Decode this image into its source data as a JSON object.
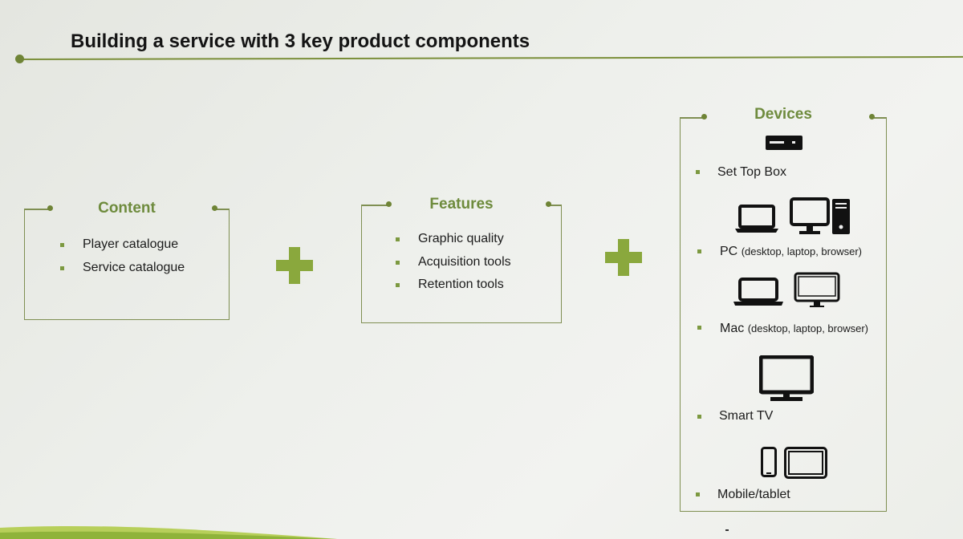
{
  "slide": {
    "title": "Building a service with 3 key product components"
  },
  "content_box": {
    "title": "Content",
    "items": [
      "Player catalogue",
      "Service catalogue"
    ]
  },
  "features_box": {
    "title": "Features",
    "items": [
      "Graphic quality",
      "Acquisition tools",
      "Retention tools"
    ]
  },
  "devices_box": {
    "title": "Devices",
    "items": [
      {
        "label": "Set Top Box",
        "detail": "",
        "icons": [
          "set-top-box-icon"
        ]
      },
      {
        "label": "PC",
        "detail": "(desktop, laptop, browser)",
        "icons": [
          "laptop-icon",
          "desktop-monitor-icon",
          "pc-tower-icon"
        ]
      },
      {
        "label": "Mac",
        "detail": "(desktop, laptop, browser)",
        "icons": [
          "macbook-icon",
          "imac-icon"
        ]
      },
      {
        "label": "Smart TV",
        "detail": "",
        "icons": [
          "tv-icon"
        ]
      },
      {
        "label": "Mobile/tablet",
        "detail": "",
        "icons": [
          "phone-icon",
          "tablet-icon"
        ]
      }
    ]
  },
  "operators": {
    "plus_symbol": "+"
  },
  "colors": {
    "accent_green": "#8aa83d",
    "title_green": "#6e8b3d",
    "rule_green": "#7b8f3a"
  }
}
